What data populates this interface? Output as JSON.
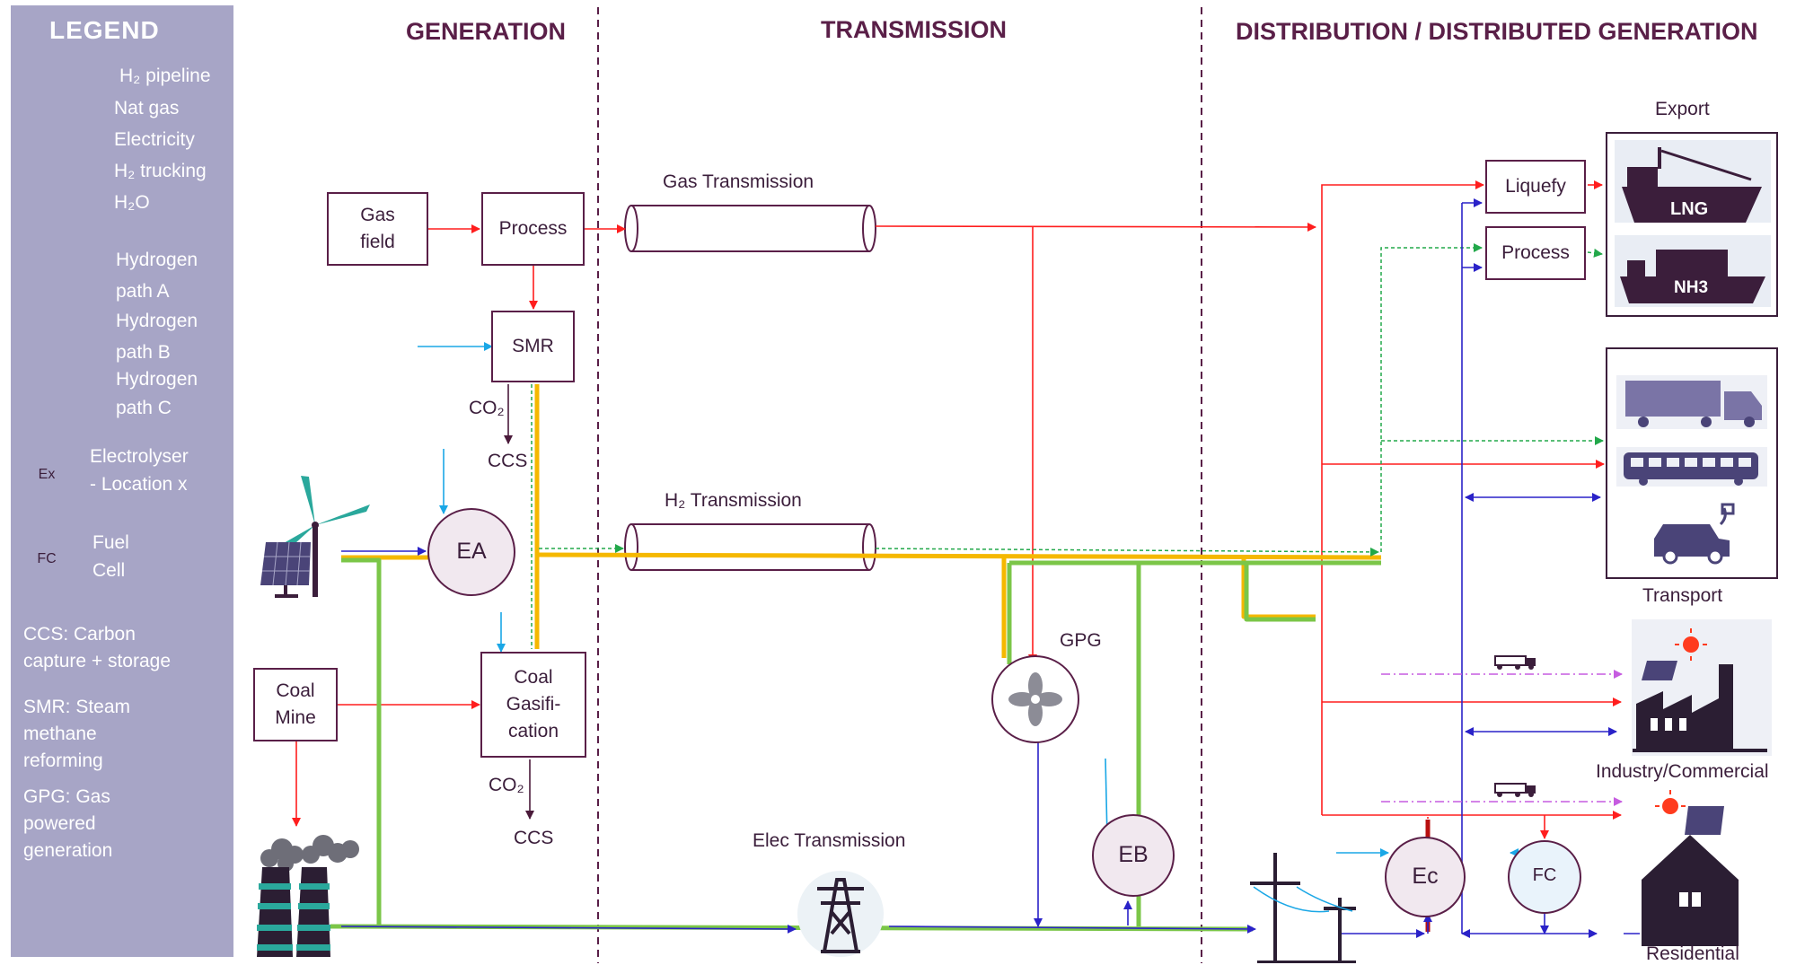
{
  "legend": {
    "title": "LEGEND",
    "items": [
      {
        "label": "H₂ pipeline",
        "color": "#22a84a",
        "style": "dotted"
      },
      {
        "label": "Nat gas",
        "color": "#ff1e1e",
        "style": "solid"
      },
      {
        "label": "Electricity",
        "color": "#2a22c8",
        "style": "solid"
      },
      {
        "label": "H₂ trucking",
        "color": "#c65ce0",
        "style": "dash-dot"
      },
      {
        "label": "H₂O",
        "color": "#1aa7e6",
        "style": "solid"
      }
    ],
    "paths": [
      {
        "line1": "Hydrogen",
        "line2": "path A",
        "color": "#f5b800"
      },
      {
        "line1": "Hydrogen",
        "line2": "path B",
        "color": "#7bc648"
      },
      {
        "line1": "Hydrogen",
        "line2": "path C",
        "color": "#b80f0f"
      }
    ],
    "electrolyser": {
      "symbol": "Ex",
      "line1": "Electrolyser",
      "line2": "- Location x"
    },
    "fuel_cell": {
      "symbol": "FC",
      "line1": "Fuel",
      "line2": "Cell"
    },
    "abbreviations": [
      {
        "line1": "CCS: Carbon",
        "line2": "capture + storage"
      },
      {
        "line1": "SMR: Steam",
        "line2": "methane",
        "line3": "reforming"
      },
      {
        "line1": "GPG: Gas",
        "line2": "powered",
        "line3": "generation"
      }
    ]
  },
  "sections": {
    "generation": "GENERATION",
    "transmission": "TRANSMISSION",
    "distribution": "DISTRIBUTION / DISTRIBUTED GENERATION"
  },
  "boxes": {
    "gas_field": {
      "line1": "Gas",
      "line2": "field"
    },
    "process1": "Process",
    "smr": "SMR",
    "coal_mine": {
      "line1": "Coal",
      "line2": "Mine"
    },
    "coal_gasification": {
      "line1": "Coal",
      "line2": "Gasifi-",
      "line3": "cation"
    },
    "liquefy": "Liquefy",
    "process2": "Process"
  },
  "labels": {
    "gas_transmission": "Gas Transmission",
    "h2_transmission": "H₂ Transmission",
    "elec_transmission": "Elec Transmission",
    "co2_a": "CO₂",
    "ccs_a": "CCS",
    "co2_b": "CO₂",
    "ccs_b": "CCS",
    "gpg": "GPG",
    "export": "Export",
    "lng": "LNG",
    "nh3": "NH3",
    "transport": "Transport",
    "industry": "Industry/Commercial",
    "residential": "Residential"
  },
  "nodes": {
    "ea": "EA",
    "eb": "EB",
    "ec": "Ec",
    "fc": "FC"
  },
  "colors": {
    "primary": "#5a1f48",
    "legend_bg": "#a7a5c6",
    "nat_gas": "#ff1e1e",
    "electricity": "#2a22c8",
    "h2_pipeline": "#22a84a",
    "h2_trucking": "#c65ce0",
    "h2o": "#1aa7e6",
    "path_a": "#f5b800",
    "path_b": "#7bc648",
    "path_c": "#b80f0f"
  }
}
